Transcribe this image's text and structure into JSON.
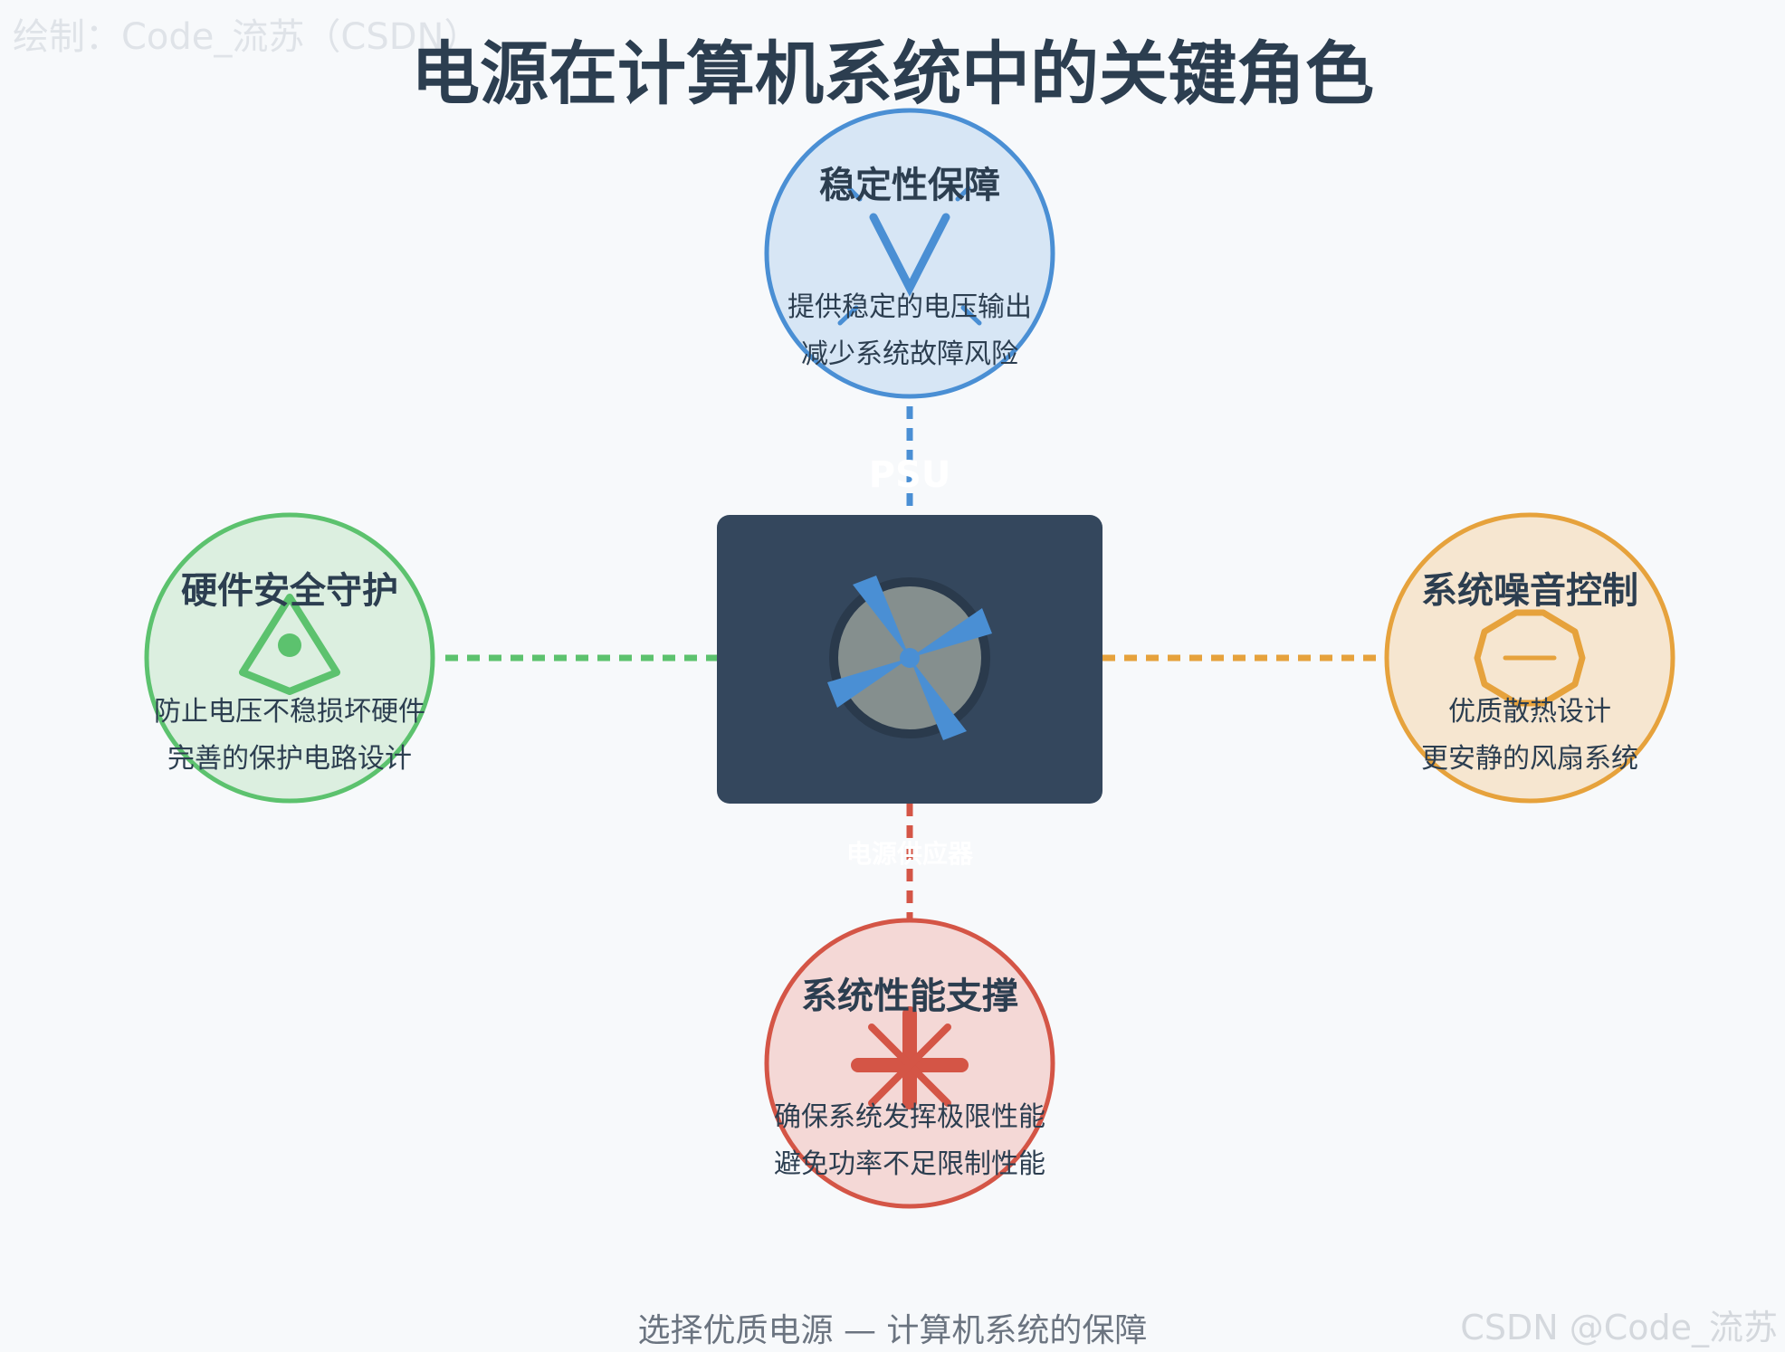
{
  "watermark_top": "绘制：Code_流苏（CSDN）",
  "watermark_bottom": "CSDN @Code_流苏",
  "title": "电源在计算机系统中的关键角色",
  "center": {
    "label_top": "PSU",
    "label_bottom": "电源供应器"
  },
  "nodes": [
    {
      "id": "stability",
      "title": "稳定性保障",
      "lines": [
        "提供稳定的电压输出",
        "减少系统故障风险"
      ],
      "color": "#4a8fd4",
      "fill": "#d7e6f5",
      "icon": "check-mark-icon"
    },
    {
      "id": "hardware",
      "title": "硬件安全守护",
      "lines": [
        "防止电压不稳损坏硬件",
        "完善的保护电路设计"
      ],
      "color": "#5cc26e",
      "fill": "#dcefe0",
      "icon": "shield-icon"
    },
    {
      "id": "noise",
      "title": "系统噪音控制",
      "lines": [
        "优质散热设计",
        "更安静的风扇系统"
      ],
      "color": "#e6a23c",
      "fill": "#f6e6d0",
      "icon": "mute-icon"
    },
    {
      "id": "performance",
      "title": "系统性能支撑",
      "lines": [
        "确保系统发挥极限性能",
        "避免功率不足限制性能"
      ],
      "color": "#d45546",
      "fill": "#f4d8d6",
      "icon": "power-burst-icon"
    }
  ],
  "footer": "选择优质电源 — 计算机系统的保障"
}
